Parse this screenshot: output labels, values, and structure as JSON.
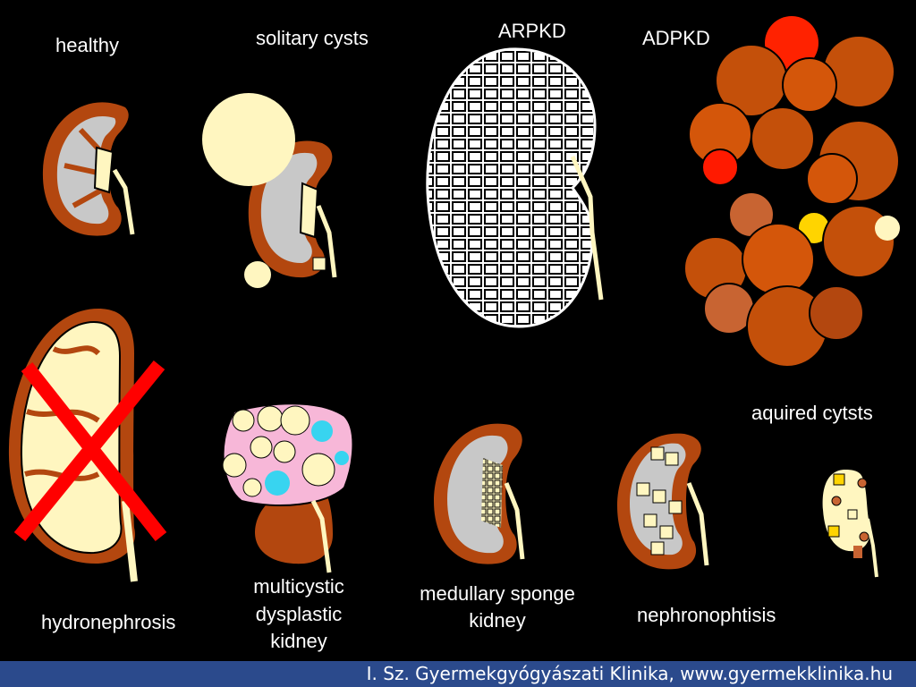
{
  "labels": {
    "healthy": "healthy",
    "solitary_cysts": "solitary cysts",
    "arpkd": "ARPKD",
    "adpkd": "ADPKD",
    "aquired_cysts": "aquired cytsts",
    "hydronephrosis": "hydronephrosis",
    "multicystic_1": "multicystic",
    "multicystic_2": "dysplastic",
    "multicystic_3": "kidney",
    "medullary_1": "medullary sponge",
    "medullary_2": "kidney",
    "nephronophtisis": "nephronophtisis"
  },
  "footer": {
    "text": "I. Sz. Gyermekgyógyászati Klinika, www.gyermekklinika.hu"
  },
  "colors": {
    "background": "#000000",
    "kidney_cortex": "#b3470f",
    "kidney_medulla": "#c8c8c8",
    "cyst_cream": "#fff6c0",
    "adpkd_orange": "#d4560a",
    "cross_red": "#ff0000",
    "footer_blue": "#2b4a8c"
  }
}
